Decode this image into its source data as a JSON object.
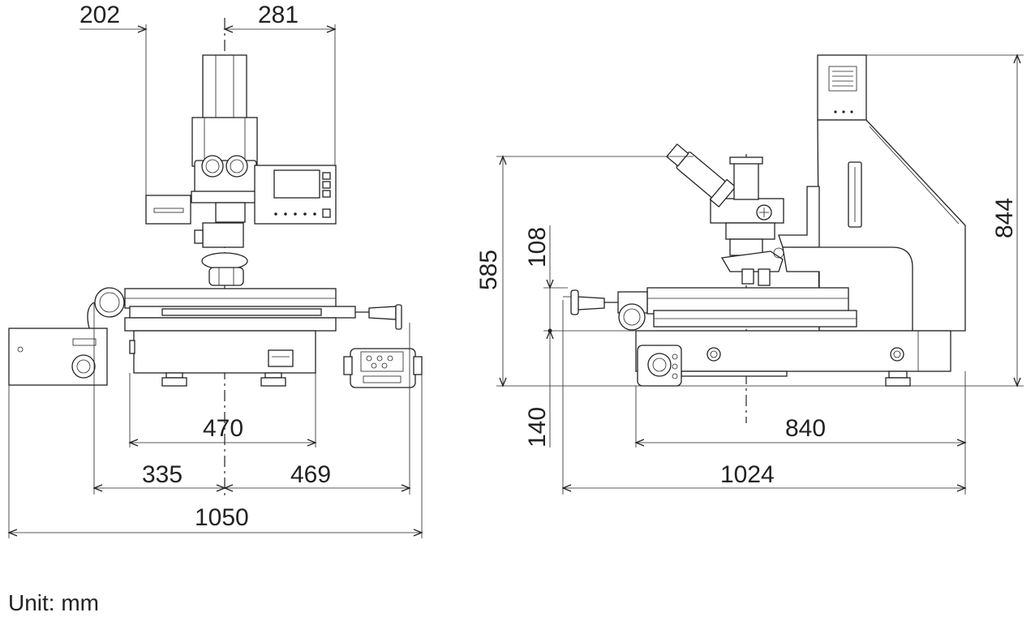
{
  "front_view": {
    "dim_202": "202",
    "dim_281": "281",
    "dim_470": "470",
    "dim_335": "335",
    "dim_469": "469",
    "dim_1050": "1050"
  },
  "side_view": {
    "dim_585": "585",
    "dim_108": "108",
    "dim_140": "140",
    "dim_844": "844",
    "dim_840": "840",
    "dim_1024": "1024"
  },
  "unit_label": "Unit: mm",
  "colors": {
    "line": "#222222",
    "background": "#ffffff"
  }
}
